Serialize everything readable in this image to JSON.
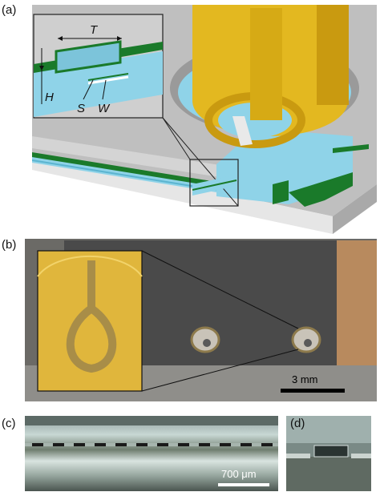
{
  "figure": {
    "panels": [
      {
        "label": "(a)"
      },
      {
        "label": "(b)"
      },
      {
        "label": "(c)"
      },
      {
        "label": "(d)"
      }
    ],
    "dimension_labels": {
      "T": "T",
      "H": "H",
      "S": "S",
      "W": "W"
    },
    "scalebars": {
      "b": "3 mm",
      "c": "700 μm"
    },
    "colors": {
      "ground": "#1a7a2a",
      "substrate": "#8fd3e8",
      "gold": "#e3b820",
      "metal": "#c9c9c9"
    }
  }
}
